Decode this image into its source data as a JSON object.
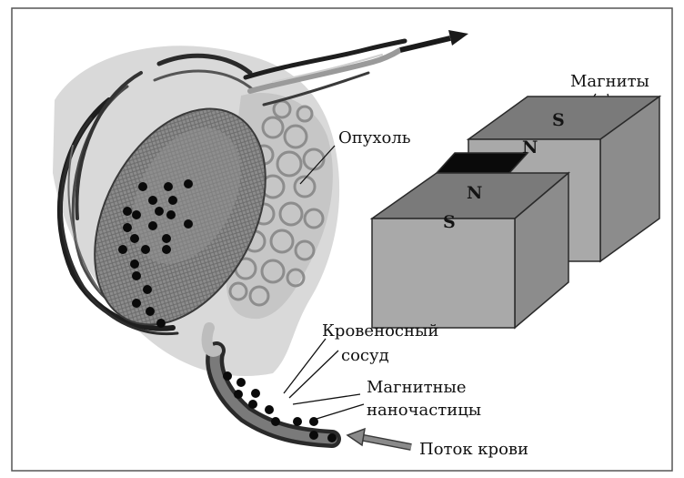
{
  "labels": {
    "tumor": "Опухоль",
    "magnets": "Магниты",
    "vessel_line1": "Кровеносный",
    "vessel_line2": "сосуд",
    "nano_line1": "Магнитные",
    "nano_line2": "наночастицы",
    "blood_flow": "Поток крови"
  },
  "poles": {
    "front_top": "S",
    "front_inner": "N",
    "back_inner": "N",
    "back_top": "S"
  },
  "colors": {
    "frame": "#555555",
    "magnet_top": "#7a7a7a",
    "magnet_front": "#a9a9a9",
    "magnet_side": "#8c8c8c",
    "gap": "#0a0a0a",
    "particle": "#0a0a0a",
    "flow_arrow": "#8a8a8a",
    "tissue_dark": "#2a2a2a",
    "tissue_mid": "#8a8a8a",
    "tissue_light": "#d6d6d6"
  },
  "icons": {
    "outflow": "arrow-right-up-icon",
    "inflow": "arrow-left-icon"
  }
}
